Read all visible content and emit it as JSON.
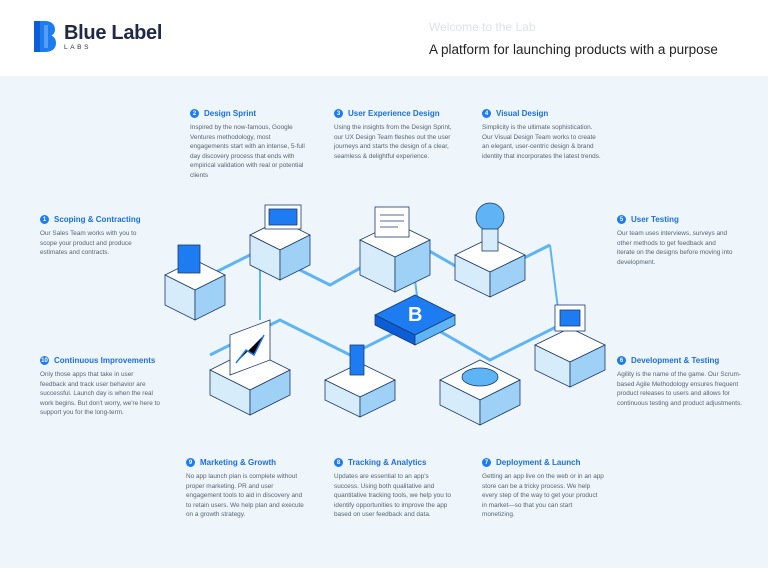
{
  "brand": {
    "name": "Blue Label",
    "sub": "LABS"
  },
  "header": {
    "welcome": "Welcome to the Lab",
    "tagline": "A platform for launching products with a purpose"
  },
  "colors": {
    "accent": "#1d7cf2",
    "title": "#1d6fe0",
    "background": "#eef6fb"
  },
  "steps": [
    {
      "num": "1",
      "title": "Scoping & Contracting",
      "text": "Our Sales Team works with you to scope your product and produce estimates and contracts."
    },
    {
      "num": "2",
      "title": "Design Sprint",
      "text": "Inspired by the now-famous, Google Ventures methodology, most engagements start with an intense, 5-full day discovery process that ends with empirical validation with real or potential clients"
    },
    {
      "num": "3",
      "title": "User Experience Design",
      "text": "Using the insights from the Design Sprint, our UX Design Team fleshes out the user journeys and starts the design of a clear, seamless & delightful experience."
    },
    {
      "num": "4",
      "title": "Visual Design",
      "text": "Simplicity is the ultimate sophistication. Our Visual Design Team works to create an elegant, user-centric design & brand identity that incorporates the latest trends."
    },
    {
      "num": "5",
      "title": "User Testing",
      "text": "Our team uses interviews, surveys and other methods to get feedback and iterate on the designs before moving into development."
    },
    {
      "num": "6",
      "title": "Development & Testing",
      "text": "Agility is the name of the game. Our Scrum-based Agile Methodology ensures frequent product releases to users and allows for continuous testing and product adjustments."
    },
    {
      "num": "7",
      "title": "Deployment & Launch",
      "text": "Getting an app live on the web or in an app store can be a tricky process. We help every step of the way to get your product in market—so that you can start monetizing."
    },
    {
      "num": "8",
      "title": "Tracking & Analytics",
      "text": "Updates are essential to an app's success. Using both qualitative and quantitative tracking tools, we help you to identify opportunities to improve the app based on user feedback and data."
    },
    {
      "num": "9",
      "title": "Marketing & Growth",
      "text": "No app launch plan is complete without proper marketing. PR and user engagement tools to aid in discovery and to retain users. We help plan and execute on a growth strategy."
    },
    {
      "num": "10",
      "title": "Continuous Improvements",
      "text": "Only those apps that take in user feedback and track user behavior are successful. Launch day is when the real work begins. But don't worry, we're here to support you for the long-term."
    }
  ]
}
